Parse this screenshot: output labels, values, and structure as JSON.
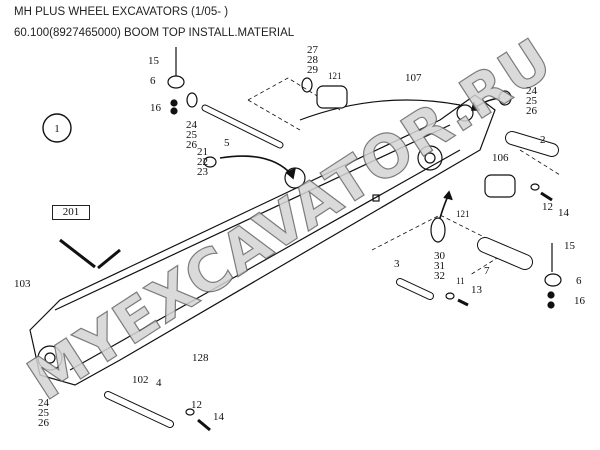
{
  "header": {
    "title": "MH PLUS WHEEL EXCAVATORS (1/05- )",
    "subtitle": "60.100(8927465000) BOOM TOP INSTALL.MATERIAL"
  },
  "watermark": "MYEXCAVATOR.RU",
  "view_number": "1",
  "group_box": "201",
  "callouts": [
    "15",
    "6",
    "16",
    "24\n25\n26",
    "5",
    "21\n22\n23",
    "27\n28\n29",
    "121",
    "107",
    "24\n25\n26",
    "2",
    "106",
    "12",
    "14",
    "121",
    "30\n31\n32",
    "15",
    "3",
    "11",
    "7",
    "6",
    "13",
    "16",
    "103",
    "128",
    "102",
    "4",
    "24\n25\n26",
    "12",
    "14"
  ]
}
